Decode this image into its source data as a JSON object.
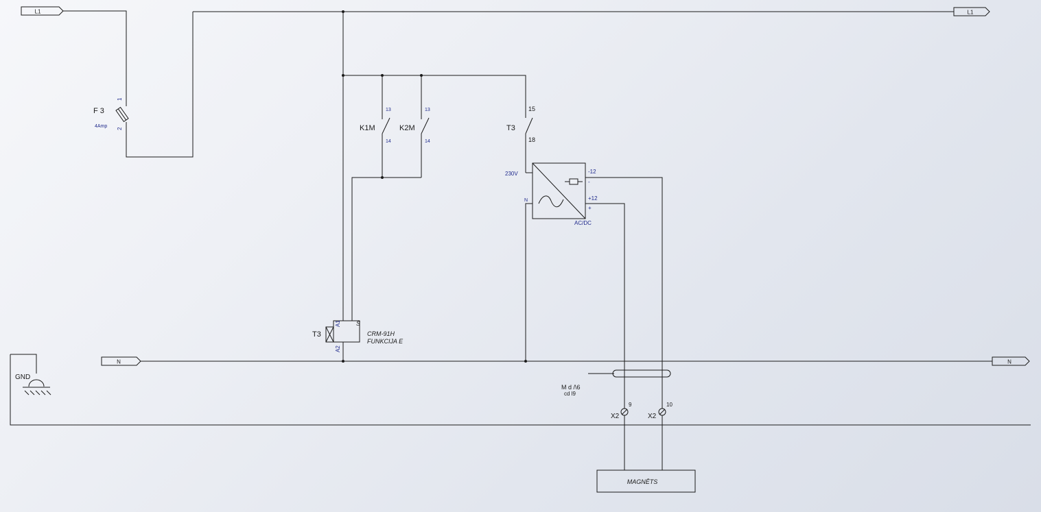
{
  "connectors": {
    "l1_left": "L1",
    "l1_right": "L1",
    "n_left": "N",
    "n_right": "N"
  },
  "fuse": {
    "name": "F 3",
    "rating": "4Amp",
    "pin_top": "1",
    "pin_bottom": "2"
  },
  "contactors": {
    "k1m": {
      "name": "K1M",
      "pin_top": "13",
      "pin_bottom": "14"
    },
    "k2m": {
      "name": "K2M",
      "pin_top": "13",
      "pin_bottom": "14"
    }
  },
  "relay_contact": {
    "name": "T3",
    "pin_top": "15",
    "pin_bottom": "18"
  },
  "psu": {
    "input_label": "230V",
    "n_label": "N",
    "out_neg_label": "-12",
    "out_neg_sign": "-",
    "out_pos_label": "+12",
    "out_pos_sign": "+",
    "type_label": "AC/DC"
  },
  "timer_relay": {
    "name": "T3",
    "pin_a1": "A1",
    "pin_a2": "A2",
    "pin_s": "S",
    "model": "CRM-91H",
    "function": "FUNKCIJA E"
  },
  "ground": {
    "label": "GND"
  },
  "cable": {
    "label_line1": "M d /\\6",
    "label_line2": "cd l9"
  },
  "terminals": {
    "x2_9": {
      "name": "X2",
      "pin": "9"
    },
    "x2_10": {
      "name": "X2",
      "pin": "10"
    }
  },
  "load": {
    "label": "MAGNĒTS"
  },
  "colors": {
    "wire": "#1a1a1a",
    "pin_text": "#1f2a8c"
  }
}
